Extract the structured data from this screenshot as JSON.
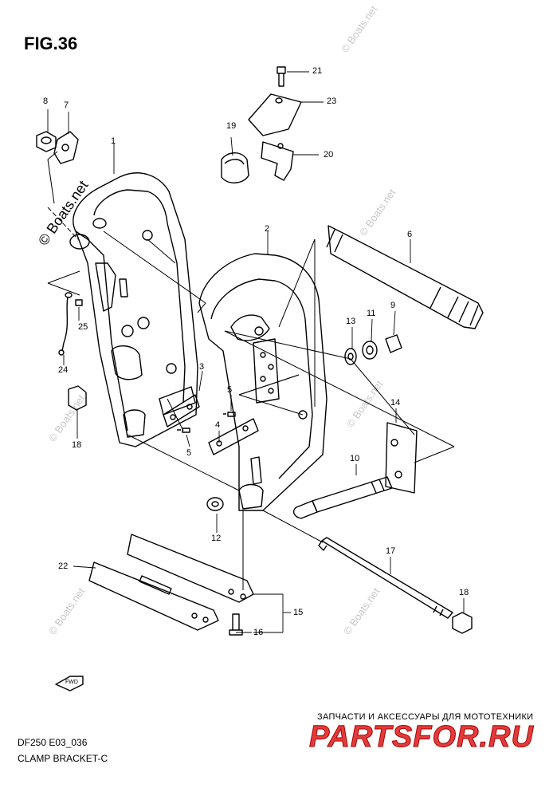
{
  "figure": {
    "title": "FIG.36"
  },
  "footer": {
    "model_code": "DF250 E03_036",
    "section_name": "CLAMP BRACKET-C"
  },
  "dealer": {
    "tagline": "ЗАПЧАСТИ И АКСЕССУАРЫ ДЛЯ МОТОТЕХНИКИ",
    "brand": "PARTSFOR.RU",
    "brand_color": "#e03c3c"
  },
  "watermark": {
    "text": "© Boats.net"
  },
  "fwd_label": "FWD",
  "callouts": [
    {
      "id": "c1",
      "label": "1"
    },
    {
      "id": "c2",
      "label": "2"
    },
    {
      "id": "c3",
      "label": "3"
    },
    {
      "id": "c4",
      "label": "4"
    },
    {
      "id": "c5a",
      "label": "5"
    },
    {
      "id": "c5b",
      "label": "5"
    },
    {
      "id": "c6",
      "label": "6"
    },
    {
      "id": "c7",
      "label": "7"
    },
    {
      "id": "c8",
      "label": "8"
    },
    {
      "id": "c9",
      "label": "9"
    },
    {
      "id": "c10",
      "label": "10"
    },
    {
      "id": "c11",
      "label": "11"
    },
    {
      "id": "c12",
      "label": "12"
    },
    {
      "id": "c13",
      "label": "13"
    },
    {
      "id": "c14",
      "label": "14"
    },
    {
      "id": "c15",
      "label": "15"
    },
    {
      "id": "c16",
      "label": "16"
    },
    {
      "id": "c17",
      "label": "17"
    },
    {
      "id": "c18a",
      "label": "18"
    },
    {
      "id": "c18b",
      "label": "18"
    },
    {
      "id": "c19",
      "label": "19"
    },
    {
      "id": "c20",
      "label": "20"
    },
    {
      "id": "c21",
      "label": "21"
    },
    {
      "id": "c22",
      "label": "22"
    },
    {
      "id": "c23",
      "label": "23"
    },
    {
      "id": "c24",
      "label": "24"
    },
    {
      "id": "c25",
      "label": "25"
    }
  ]
}
